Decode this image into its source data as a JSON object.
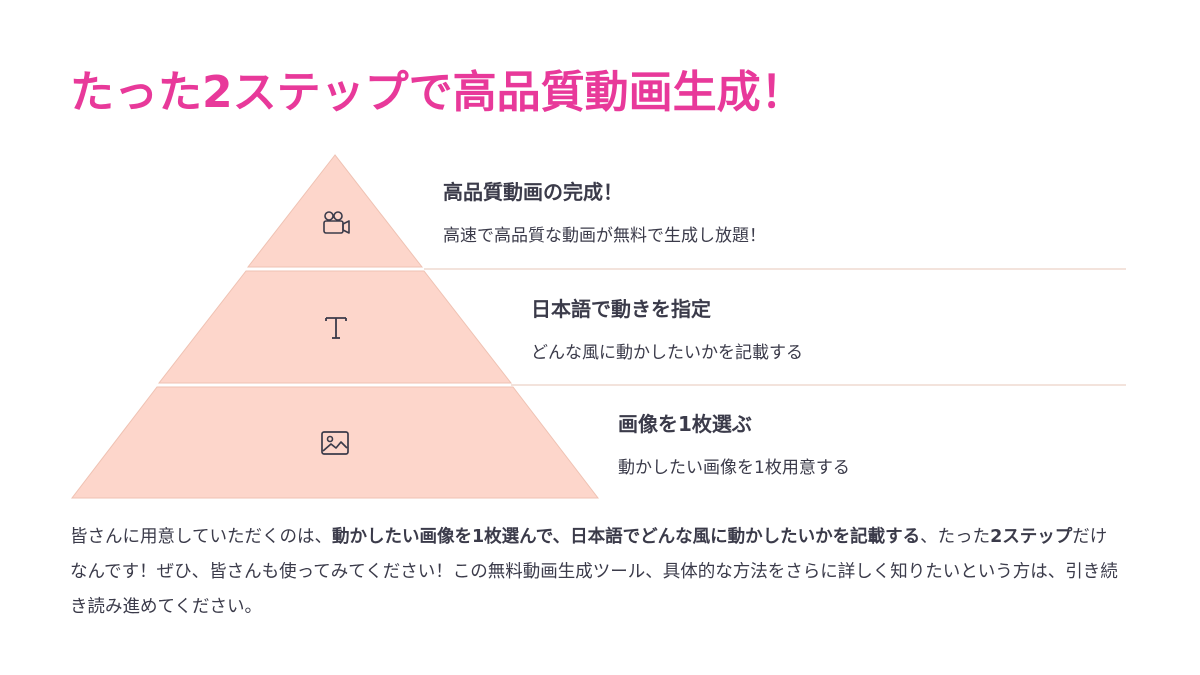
{
  "title": "たった2ステップで高品質動画生成！",
  "steps": [
    {
      "title": "高品質動画の完成！",
      "description": "高速で高品質な動画が無料で生成し放題！",
      "icon": "video-camera-icon"
    },
    {
      "title": "日本語で動きを指定",
      "description": "どんな風に動かしたいかを記載する",
      "icon": "text-icon"
    },
    {
      "title": "画像を1枚選ぶ",
      "description": "動かしたい画像を1枚用意する",
      "icon": "image-icon"
    }
  ],
  "paragraph": {
    "part1": "皆さんに用意していただくのは、",
    "part2": "動かしたい画像を1枚選んで、日本語でどんな風に動かしたいかを記載する",
    "part3": "、たった",
    "part4": "2ステップ",
    "part5": "だけなんです！ぜひ、皆さんも使ってみてください！この無料動画生成ツール、具体的な方法をさらに詳しく知りたいという方は、引き続き読み進めてください。"
  },
  "colors": {
    "title": "#e8399a",
    "pyramid_fill": "#fdd6cb",
    "pyramid_stroke": "#efc2b3",
    "divider": "#f3e3dc",
    "text": "#3b3b4a"
  }
}
